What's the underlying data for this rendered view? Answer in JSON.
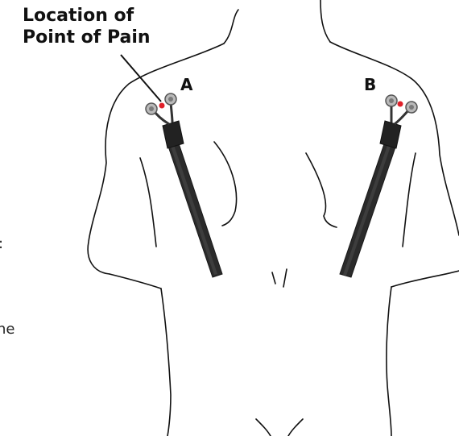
{
  "callout": {
    "line1": "Location of",
    "line2": "Point of Pain"
  },
  "points": {
    "a_label": "A",
    "b_label": "B"
  },
  "edge_fragments": {
    "first": ":",
    "second": "ne"
  },
  "colors": {
    "outline": "#111111",
    "pain_point": "#e0202a",
    "tool_shaft": "#2b2b2b",
    "tool_head": "#b9b9b9"
  },
  "icons": {
    "tool": "massage-tool-icon",
    "pain_marker": "pain-dot-icon"
  }
}
